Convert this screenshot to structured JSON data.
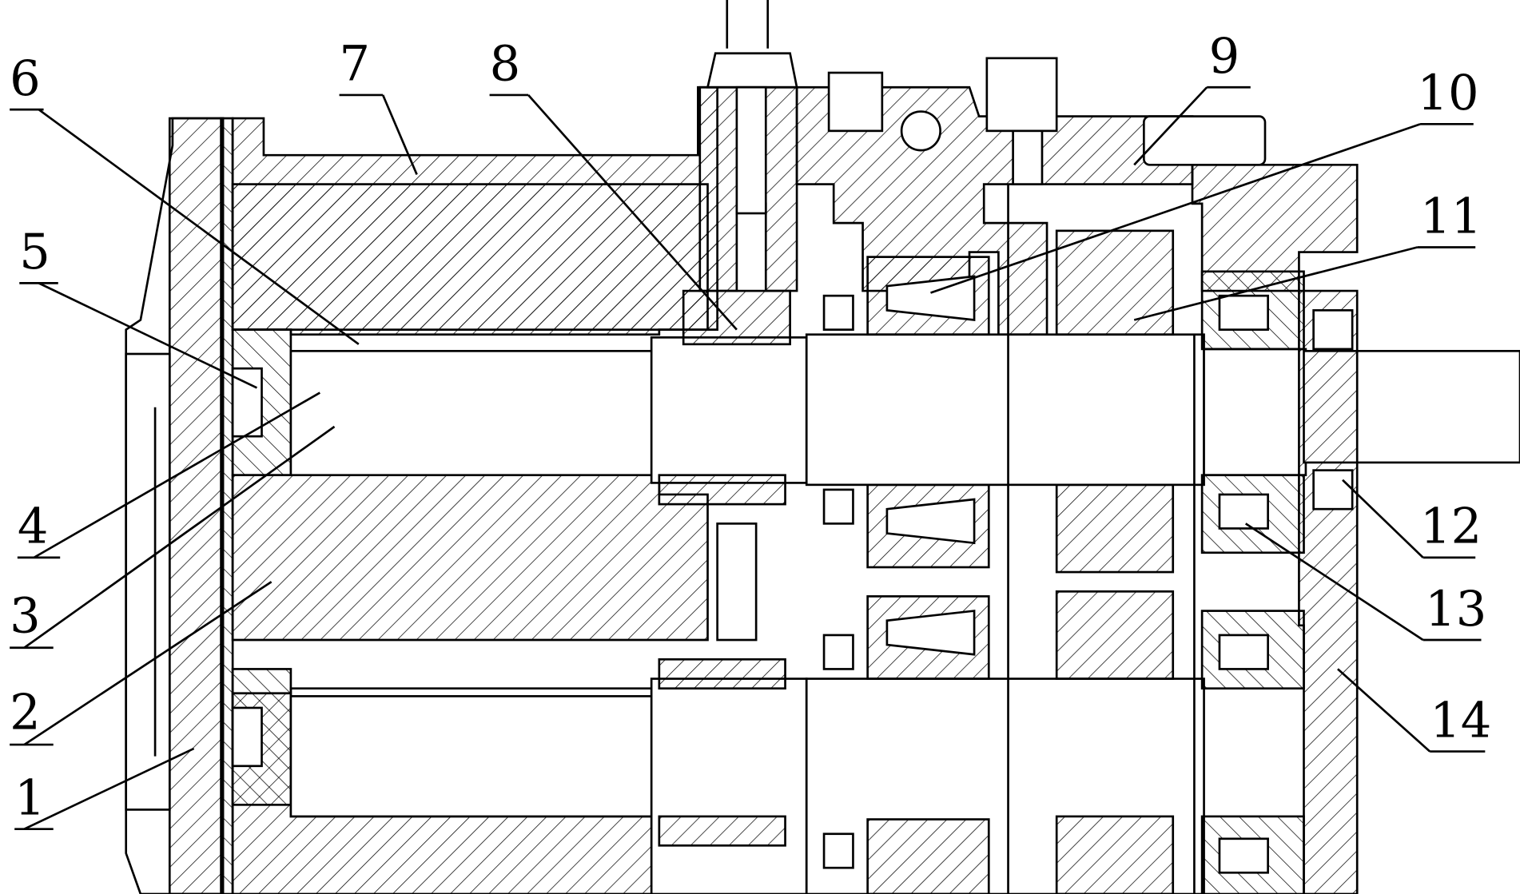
{
  "drawing": {
    "title": "Sectional assembly drawing",
    "part_labels": [
      "1",
      "2",
      "3",
      "4",
      "5",
      "6",
      "7",
      "8",
      "9",
      "10",
      "11",
      "12",
      "13",
      "14"
    ]
  }
}
